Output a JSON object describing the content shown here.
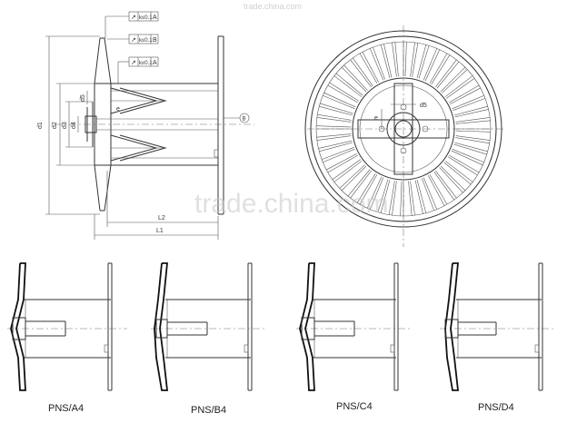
{
  "tolerance_frames": [
    {
      "symbol": "↗",
      "value": "k≤0.1",
      "datum": "A"
    },
    {
      "symbol": "↗",
      "value": "k≤0.1",
      "datum": "B"
    },
    {
      "symbol": "↗",
      "value": "k≤0.1",
      "datum": "A"
    }
  ],
  "side_view": {
    "dim_d1": "d1",
    "dim_d2": "d2",
    "dim_d3": "d3",
    "dim_d4": "d4",
    "dim_d5": "d5",
    "dim_e": "e",
    "dim_L1": "L1",
    "dim_L2": "L2",
    "datum_B": "B"
  },
  "front_view": {
    "dim_d5": "d5",
    "dim_e": "e"
  },
  "watermark": {
    "main": "trade.china.com",
    "top": "trade.china.com"
  },
  "variants": [
    {
      "label": "PNS/A4"
    },
    {
      "label": "PNS/B4"
    },
    {
      "label": "PNS/C4"
    },
    {
      "label": "PNS/D4"
    }
  ]
}
